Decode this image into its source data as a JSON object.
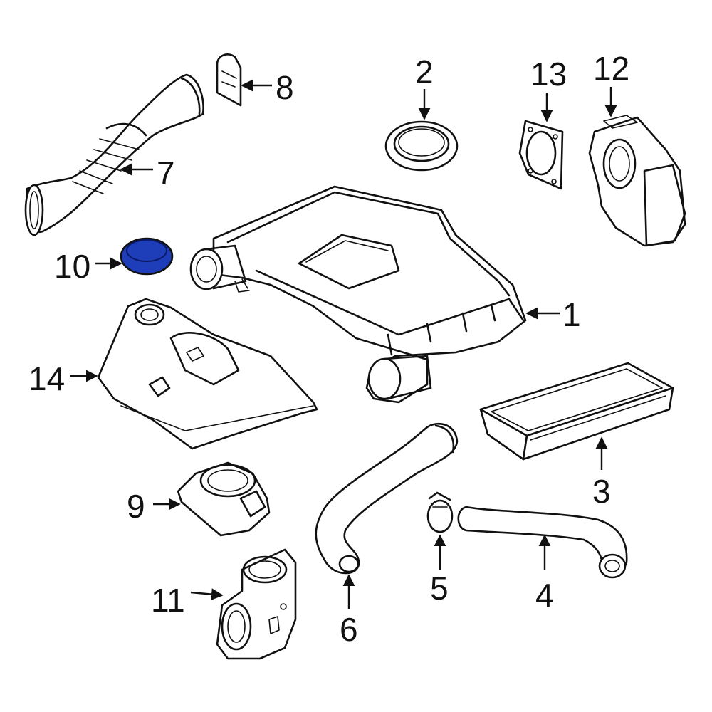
{
  "highlight_color": "#1e3db8",
  "highlighted_part": "10",
  "callouts": [
    "1",
    "2",
    "3",
    "4",
    "5",
    "6",
    "7",
    "8",
    "9",
    "10",
    "11",
    "12",
    "13",
    "14"
  ]
}
